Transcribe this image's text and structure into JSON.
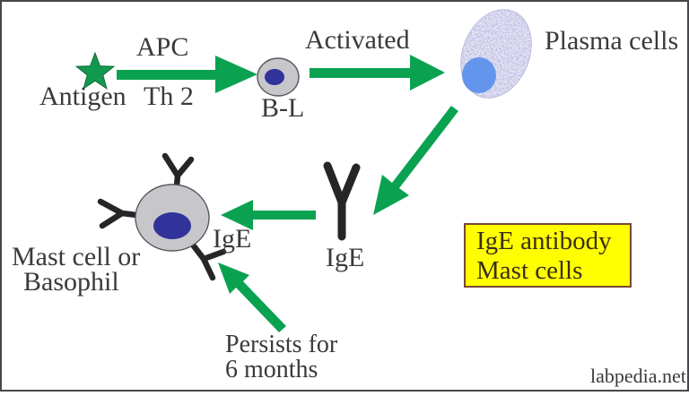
{
  "labels": {
    "antigen": "Antigen",
    "apc": "APC",
    "th2": "Th 2",
    "b_lymphocyte": "B-L",
    "activated": "Activated",
    "plasma_cells": "Plasma cells",
    "ige_free": "IgE",
    "ige_on_mast_cell": "IgE",
    "mast_cell_line1": "Mast cell or",
    "mast_cell_line2": "Basophil",
    "persists_line1": "Persists for",
    "persists_line2": "6 months"
  },
  "callout": {
    "line1": "IgE antibody",
    "line2": "Mast cells"
  },
  "watermark": "labpedia.net",
  "shapes": [
    "antigen-star-icon",
    "arrow-antigen-to-bcell",
    "arrow-bcell-to-plasma",
    "arrow-plasma-to-ige",
    "arrow-ige-to-mastcell",
    "arrow-persists-pointer",
    "b-lymphocyte-cell",
    "plasma-cell",
    "mast-cell",
    "ige-receptor-top",
    "ige-receptor-left",
    "ige-receptor-bottom-right",
    "ige-antibody-shape"
  ],
  "colors": {
    "arrow_green": "#0aa251",
    "star_green": "#13994d",
    "cell_gray": "#c7c7cb",
    "cell_outline": "#58585e",
    "nucleus_navy": "#32329b",
    "plasma_nucleus": "#6495ed",
    "antibody_black": "#262626",
    "callout_bg": "#ffff00",
    "callout_border": "#7a4733",
    "callout_text": "#3a2e14",
    "text": "#3a3a3a",
    "frame": "#46464c"
  }
}
